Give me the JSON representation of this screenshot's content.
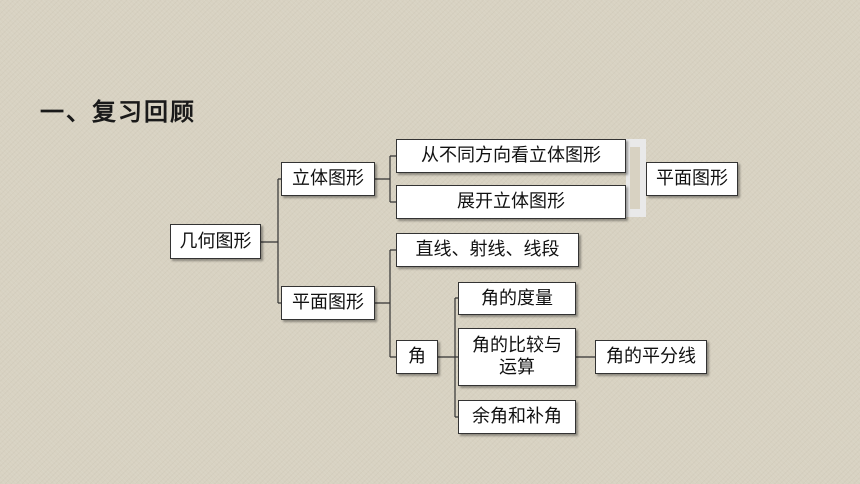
{
  "slide": {
    "title": "一、复习回顾"
  },
  "diagram": {
    "root": "几何图形",
    "solid": "立体图形",
    "plane": "平面图形",
    "solid_items": [
      "从不同方向看立体图形",
      "展开立体图形"
    ],
    "solid_result": "平面图形",
    "plane_items": [
      "直线、射线、线段",
      "角"
    ],
    "angle_items": [
      "角的度量",
      "角的比较与运算",
      "余角和补角"
    ],
    "angle_compare_result": "角的平分线"
  }
}
